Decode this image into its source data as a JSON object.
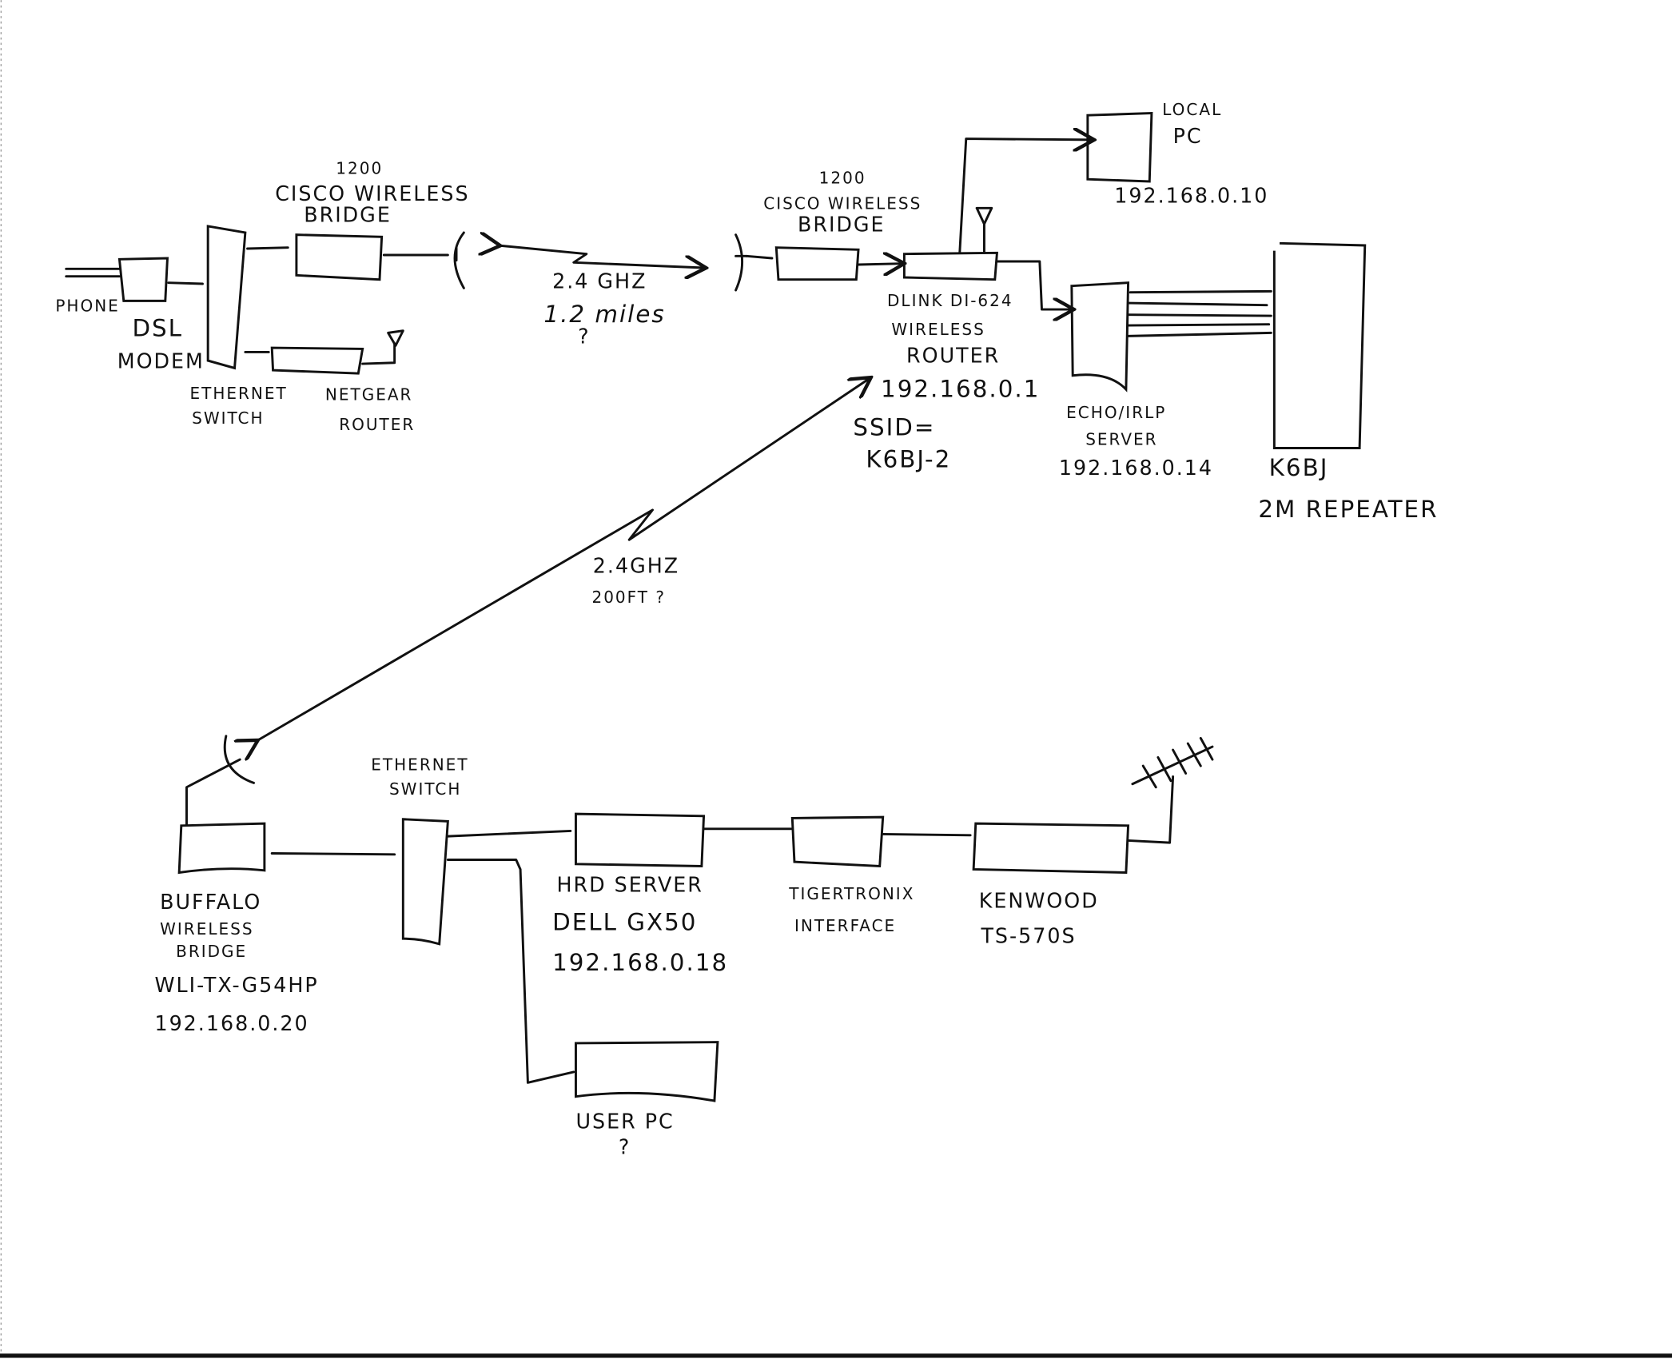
{
  "colors": {
    "ink": "#111111",
    "paper": "#ffffff"
  },
  "site_a": {
    "phone": "PHONE",
    "dsl_modem": [
      "DSL",
      "MODEM"
    ],
    "ethernet_switch": [
      "ETHERNET",
      "SWITCH"
    ],
    "netgear_router": [
      "NETGEAR",
      "ROUTER"
    ],
    "cisco_bridge": [
      "1200",
      "CISCO WIRELESS",
      "BRIDGE"
    ]
  },
  "link_1": [
    "2.4 GHZ",
    "1.2 miles",
    "?"
  ],
  "site_b": {
    "cisco_bridge": [
      "1200",
      "CISCO WIRELESS",
      "BRIDGE"
    ],
    "dlink_router": [
      "DLINK DI-624",
      "WIRELESS",
      "ROUTER",
      "192.168.0.1",
      "SSID=",
      "K6BJ-2"
    ],
    "local_pc": [
      "LOCAL",
      "PC",
      "192.168.0.10"
    ],
    "echo_server": [
      "ECHO/IRLP",
      "SERVER",
      "192.168.0.14"
    ],
    "repeater": [
      "K6BJ",
      "2M REPEATER"
    ]
  },
  "link_2": [
    "2.4GHZ",
    "200FT ?"
  ],
  "site_c": {
    "buffalo_bridge": [
      "BUFFALO",
      "WIRELESS",
      "BRIDGE",
      "WLI-TX-G54HP",
      "192.168.0.20"
    ],
    "ethernet_switch": [
      "ETHERNET",
      "SWITCH"
    ],
    "hrd_server": [
      "HRD SERVER",
      "DELL GX50",
      "192.168.0.18"
    ],
    "interface": [
      "TIGERTRONIX",
      "INTERFACE"
    ],
    "radio": [
      "KENWOOD",
      "TS-570S"
    ],
    "user_pc": [
      "USER PC",
      "?"
    ]
  }
}
